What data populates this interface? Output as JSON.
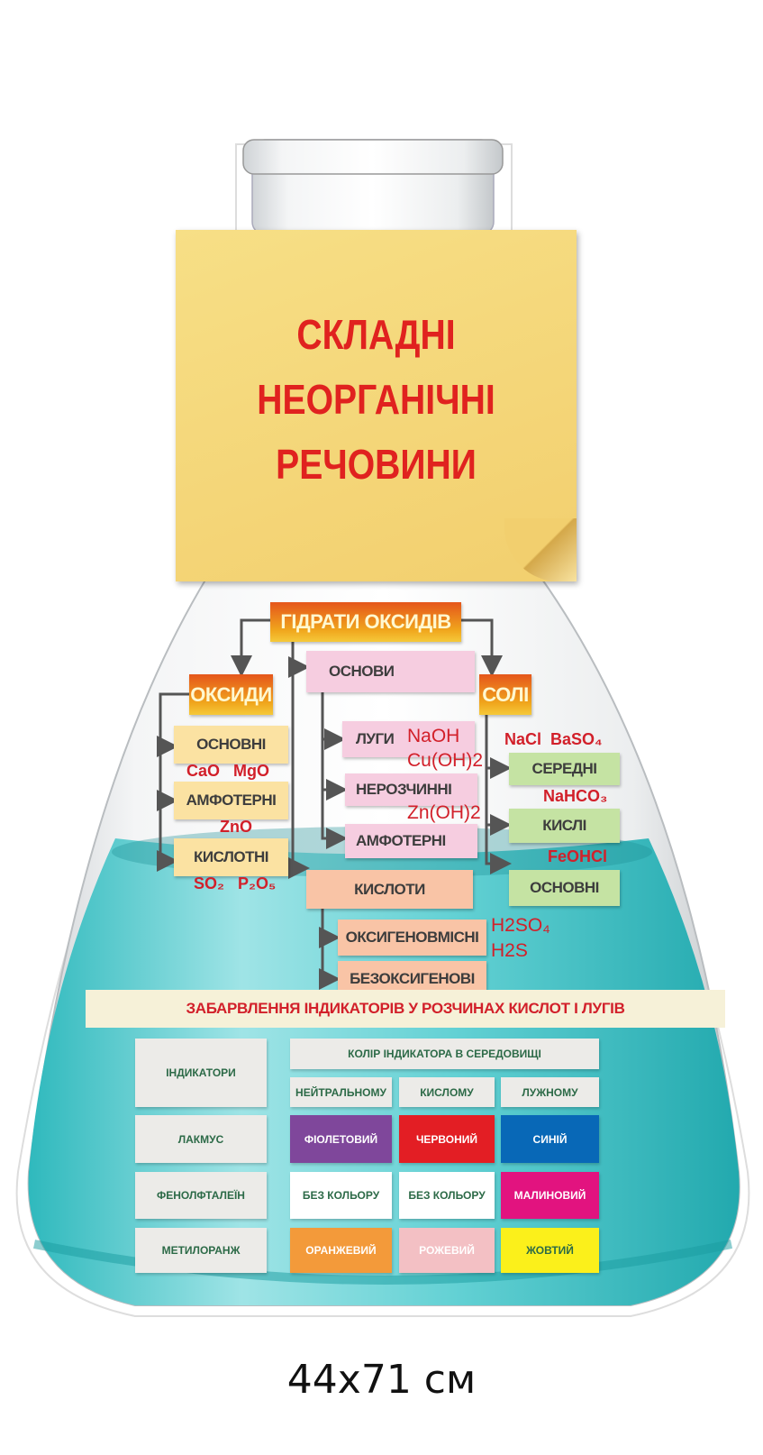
{
  "title": {
    "line1": "СКЛАДНІ",
    "line2": "НЕОРГАНІЧНІ",
    "line3": "РЕЧОВИНИ"
  },
  "diagram": {
    "root": "ГІДРАТИ ОКСИДІВ",
    "oxides": {
      "label": "ОКСИДИ",
      "items": [
        {
          "label": "ОСНОВНІ",
          "formulas": [
            "CaO",
            "MgO"
          ]
        },
        {
          "label": "АМФОТЕРНІ",
          "formulas": [
            "ZnO"
          ]
        },
        {
          "label": "КИСЛОТНІ",
          "formulas": [
            "SO₂",
            "P₂O₅"
          ]
        }
      ]
    },
    "bases": {
      "label": "ОСНОВИ",
      "items": [
        {
          "label": "ЛУГИ",
          "formula": "NaOH"
        },
        {
          "label": "НЕРОЗЧИННІ",
          "formula": "Cu(OH)2"
        },
        {
          "label": "АМФОТЕРНІ",
          "formula": "Zn(OH)2"
        }
      ]
    },
    "acids": {
      "label": "КИСЛОТИ",
      "items": [
        {
          "label": "ОКСИГЕНОВМІСНІ",
          "formula": "H2SO₄"
        },
        {
          "label": "БЕЗОКСИГЕНОВІ",
          "formula": "H2S"
        }
      ]
    },
    "salts": {
      "label": "СОЛІ",
      "items": [
        {
          "label": "СЕРЕДНІ",
          "formula": "NaCl  BaSO₄"
        },
        {
          "label": "КИСЛІ",
          "formula": "NaHCO₃"
        },
        {
          "label": "ОСНОВНІ",
          "formula": "FeOHCl"
        }
      ]
    }
  },
  "table": {
    "banner": "ЗАБАРВЛЕННЯ ІНДИКАТОРІВ У РОЗЧИНАХ КИСЛОТ І ЛУГІВ",
    "col_indicator": "ІНДИКАТОРИ",
    "col_group": "КОЛІР ІНДИКАТОРА В СЕРЕДОВИЩІ",
    "columns": [
      "НЕЙТРАЛЬНОМУ",
      "КИСЛОМУ",
      "ЛУЖНОМУ"
    ],
    "rows": [
      {
        "name": "ЛАКМУС",
        "cells": [
          "ФІОЛЕТОВИЙ",
          "ЧЕРВОНИЙ",
          "СИНІЙ"
        ],
        "colors": [
          "#7f479b",
          "#e31e24",
          "#0868b7"
        ]
      },
      {
        "name": "ФЕНОЛФТАЛЕЇН",
        "cells": [
          "БЕЗ КОЛЬОРУ",
          "БЕЗ КОЛЬОРУ",
          "МАЛИНОВИЙ"
        ],
        "colors": [
          "#ffffff",
          "#ffffff",
          "#e2137f"
        ]
      },
      {
        "name": "МЕТИЛОРАНЖ",
        "cells": [
          "ОРАНЖЕВИЙ",
          "РОЖЕВИЙ",
          "ЖОВТИЙ"
        ],
        "colors": [
          "#f39a3a",
          "#f3c0c4",
          "#fbf01b"
        ]
      }
    ]
  },
  "size_caption": "44x71 см"
}
